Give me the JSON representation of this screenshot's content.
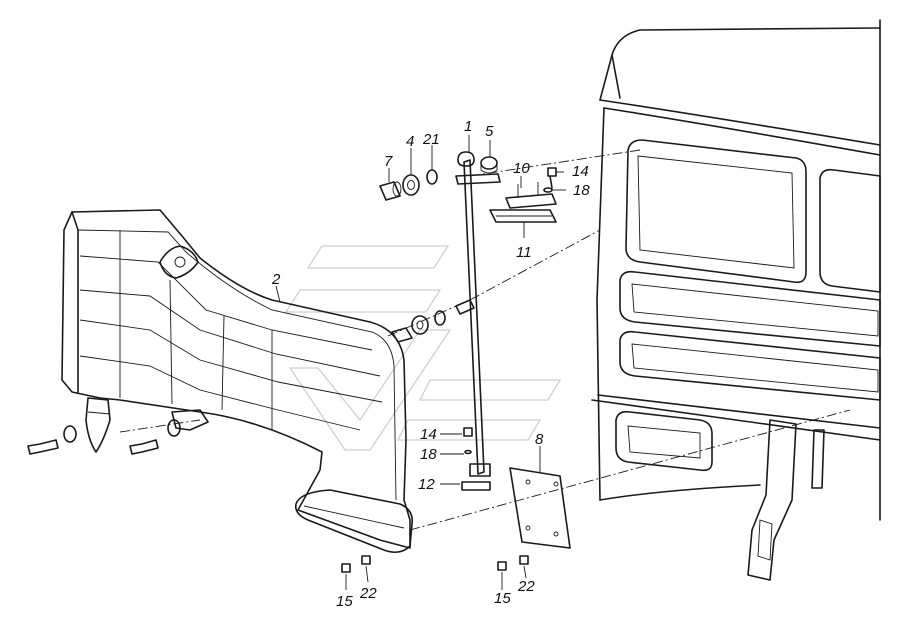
{
  "labels": {
    "p1": "1",
    "p2": "2",
    "p4": "4",
    "p5": "5",
    "p7": "7",
    "p8": "8",
    "p10": "10",
    "p11": "11",
    "p12": "12",
    "p14a": "14",
    "p14b": "14",
    "p15a": "15",
    "p15b": "15",
    "p18a": "18",
    "p18b": "18",
    "p21": "21",
    "p22a": "22",
    "p22b": "22"
  }
}
